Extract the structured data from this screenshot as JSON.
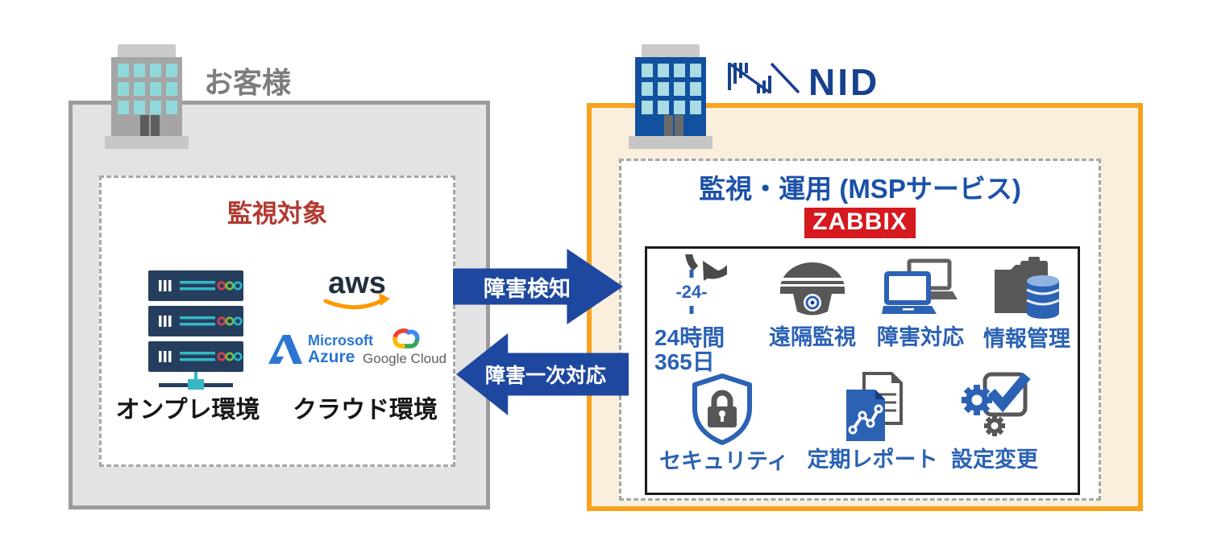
{
  "customer": {
    "label": "お客様",
    "monitoring_box": {
      "title": "監視対象",
      "environments": [
        {
          "label": "オンプレ環境"
        },
        {
          "label": "クラウド環境"
        }
      ],
      "logos": {
        "aws": "aws",
        "azure_line1": "Microsoft",
        "azure_line2": "Azure",
        "google_cloud": "Google Cloud"
      }
    }
  },
  "flows": {
    "to_nid": "障害検知",
    "to_customer": "障害一次対応"
  },
  "nid": {
    "logo_text": "NID",
    "msp_box": {
      "title": "監視・運用 (MSPサービス)",
      "tool_badge": "ZABBIX",
      "services": [
        {
          "icon": "clock-24-icon",
          "icon_text": "-24-",
          "label_line1": "24時間",
          "label_line2": "365日"
        },
        {
          "icon": "surveillance-camera-icon",
          "label": "遠隔監視"
        },
        {
          "icon": "laptop-icon",
          "label": "障害対応"
        },
        {
          "icon": "folder-database-icon",
          "label": "情報管理"
        },
        {
          "icon": "shield-lock-icon",
          "label": "セキュリティ"
        },
        {
          "icon": "report-chart-icon",
          "label": "定期レポート"
        },
        {
          "icon": "gear-check-icon",
          "label": "設定変更"
        }
      ]
    }
  },
  "colors": {
    "nid_blue": "#1b51a8",
    "label_blue": "#2b62b4",
    "arrow_blue": "#1e489f",
    "accent_orange": "#f9a21d",
    "orange_fill": "#faeedc",
    "gray_fill": "#e3e3e3",
    "zabbix_red": "#d6181f",
    "monitor_red": "#b03a30",
    "aws_orange": "#ff9900",
    "azure_blue": "#2a76d2",
    "server_navy": "#253e5e",
    "server_teal": "#35b8c4"
  }
}
